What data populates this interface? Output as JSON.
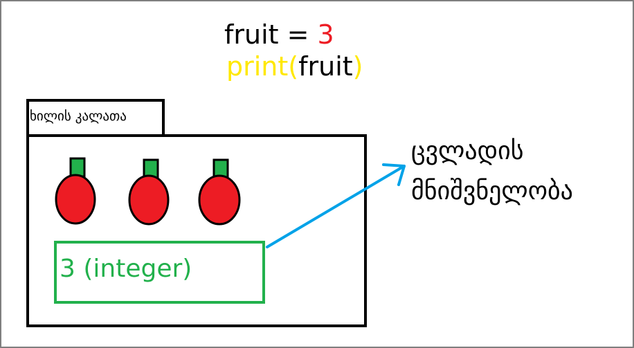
{
  "code": {
    "line1": {
      "name": "fruit",
      "operator": " = ",
      "value": "3"
    },
    "line2": {
      "func": "print",
      "open_paren": "(",
      "arg": "fruit",
      "close_paren": ")"
    }
  },
  "basket": {
    "label": "ხილის კალათა",
    "apples": [
      {
        "name": "apple-1"
      },
      {
        "name": "apple-2"
      },
      {
        "name": "apple-3"
      }
    ]
  },
  "value_box": {
    "label": "3 (integer)"
  },
  "annotation": {
    "line1": "ცვლადის",
    "line2": "მნიშვნელობა"
  },
  "colors": {
    "apple": "#ed1c24",
    "stem": "#22b14c",
    "value_box": "#22b14c",
    "arrow": "#00a2e8",
    "func": "#ffe800",
    "number": "#ed1c24"
  },
  "icons": {
    "apple": "apple-icon",
    "arrow": "arrow-icon"
  }
}
